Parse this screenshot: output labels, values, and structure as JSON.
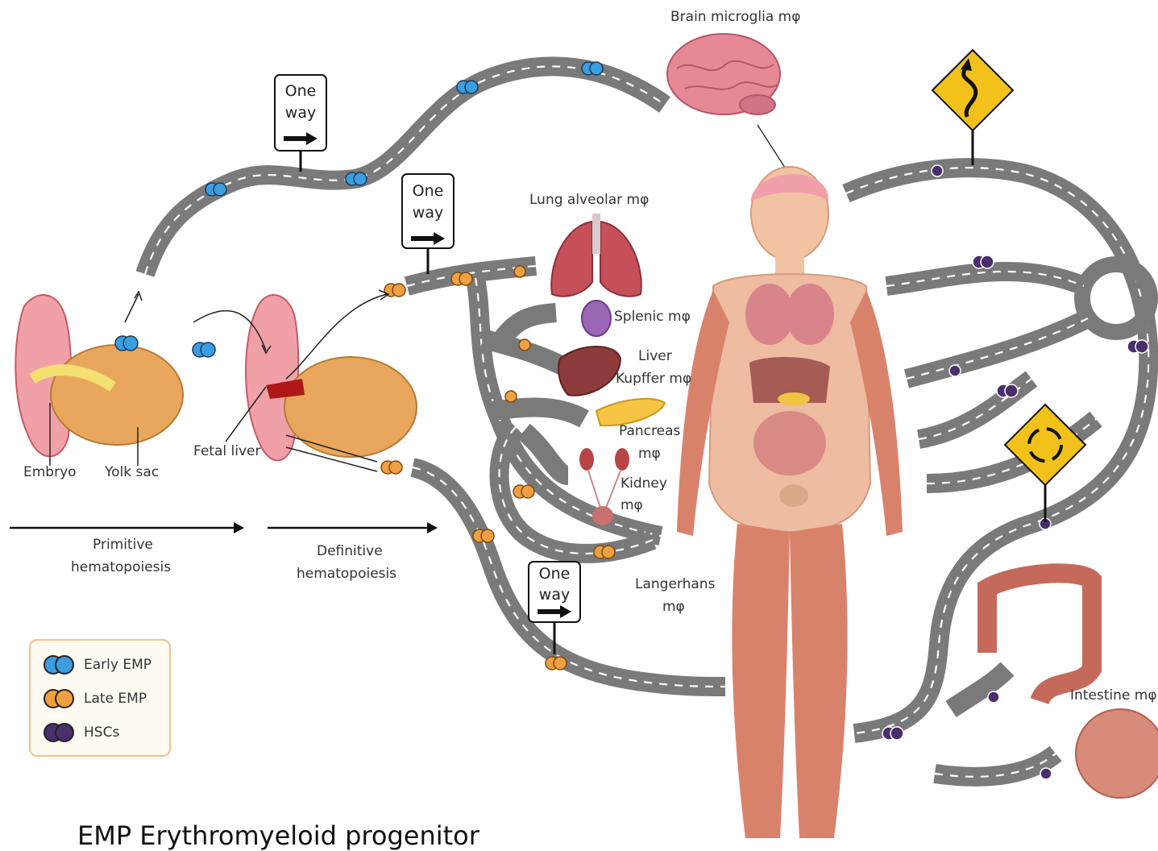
{
  "labels": {
    "brain": "Brain microglia mφ",
    "lung": "Lung alveolar mφ",
    "splenic": "Splenic mφ",
    "liver_1": "Liver",
    "liver_2": "Kupffer mφ",
    "pancreas_1": "Pancreas",
    "pancreas_2": "mφ",
    "kidney_1": "Kidney",
    "kidney_2": "mφ",
    "langerhans_1": "Langerhans",
    "langerhans_2": "mφ",
    "intestine": "Intestine mφ",
    "embryo": "Embryo",
    "yolk_sac": "Yolk sac",
    "fetal_liver": "Fetal liver",
    "primitive_1": "Primitive",
    "primitive_2": "hematopoiesis",
    "definitive_1": "Definitive",
    "definitive_2": "hematopoiesis"
  },
  "signs": {
    "one_way_1": "One",
    "one_way_2": "way"
  },
  "legend": {
    "items": [
      {
        "label": "Early EMP",
        "color": "#3a9ee0"
      },
      {
        "label": "Late EMP",
        "color": "#f0a040"
      },
      {
        "label": "HSCs",
        "color": "#4a2f6b"
      }
    ]
  },
  "colors": {
    "early_emp": "#3a9ee0",
    "late_emp": "#f0a040",
    "hsc": "#4a2f6b",
    "road": "#7a7a7a",
    "sign_yellow": "#f2c21b"
  },
  "footnote": "EMP Erythromyeloid progenitor"
}
